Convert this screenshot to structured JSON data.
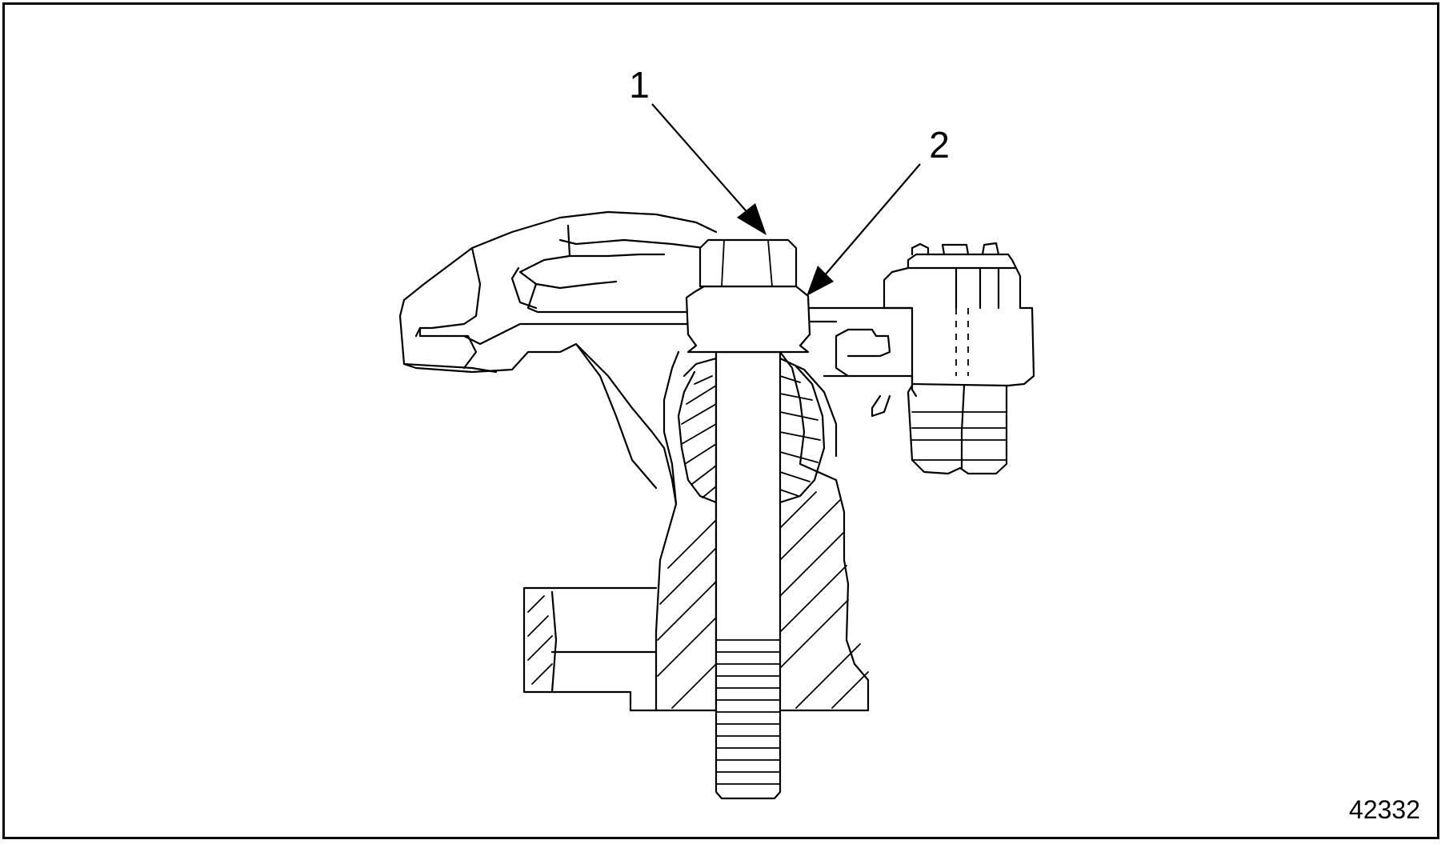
{
  "figure": {
    "figure_id": "42332",
    "callouts": [
      {
        "number": "1",
        "target": "bolt-head"
      },
      {
        "number": "2",
        "target": "washer"
      }
    ]
  }
}
